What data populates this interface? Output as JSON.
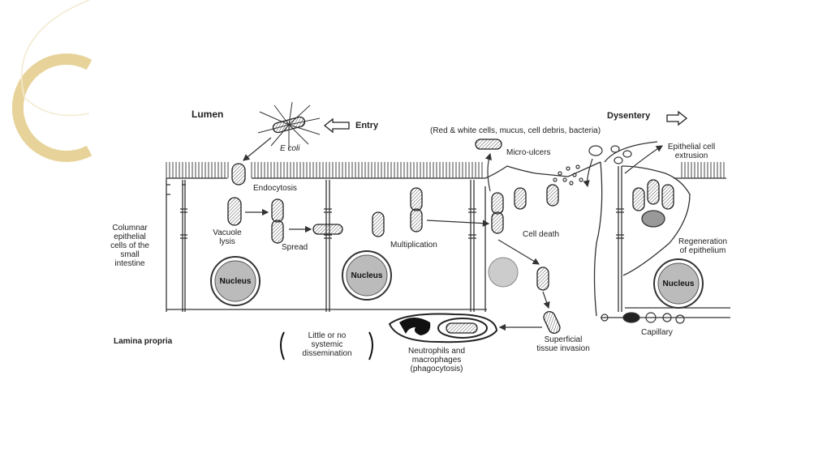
{
  "labels": {
    "lumen": "Lumen",
    "entry": "Entry",
    "ecoli": "E coli",
    "endocytosis": "Endocytosis",
    "vacuole_lysis_1": "Vacuole",
    "vacuole_lysis_2": "lysis",
    "spread": "Spread",
    "multiplication": "Multiplication",
    "columnar_1": "Columnar",
    "columnar_2": "epithelial",
    "columnar_3": "cells of the",
    "columnar_4": "small",
    "columnar_5": "intestine",
    "nucleus": "Nucleus",
    "lamina_propria": "Lamina propria",
    "little_1": "Little or no",
    "little_2": "systemic",
    "little_3": "dissemination",
    "neutro_1": "Neutrophils and",
    "neutro_2": "macrophages",
    "neutro_3": "(phagocytosis)",
    "superficial_1": "Superficial",
    "superficial_2": "tissue invasion",
    "cell_death": "Cell death",
    "micro_ulcers": "Micro-ulcers",
    "dysentery": "Dysentery",
    "dysentery_detail": "(Red & white cells, mucus, cell debris, bacteria)",
    "extrusion_1": "Epithelial cell",
    "extrusion_2": "extrusion",
    "regen_1": "Regeneration",
    "regen_2": "of epithelium",
    "capillary": "Capillary"
  }
}
